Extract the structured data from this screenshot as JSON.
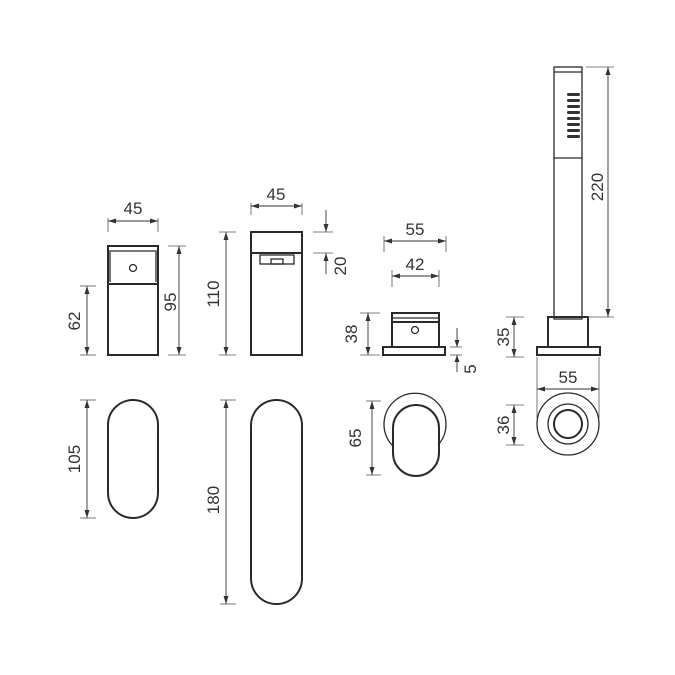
{
  "drawing": {
    "type": "technical dimension drawing",
    "colors": {
      "background": "#ffffff",
      "line": "#2a2a2a",
      "text": "#333333"
    },
    "components": [
      {
        "id": "basin-mixer-side",
        "dimensions": {
          "width": "45",
          "total_height": "95",
          "body_height": "62"
        }
      },
      {
        "id": "bath-spout-side",
        "dimensions": {
          "width": "45",
          "total_height": "110",
          "top_height": "20"
        }
      },
      {
        "id": "diverter-side",
        "dimensions": {
          "base_width": "55",
          "body_width": "42",
          "height": "38",
          "base_height": "5"
        }
      },
      {
        "id": "hand-shower-side",
        "dimensions": {
          "shower_length": "220",
          "holder_height": "35",
          "base_width": "55"
        }
      },
      {
        "id": "basin-mixer-top",
        "dimensions": {
          "length": "105"
        }
      },
      {
        "id": "bath-spout-top",
        "dimensions": {
          "length": "180"
        }
      },
      {
        "id": "diverter-top",
        "dimensions": {
          "length": "65"
        }
      },
      {
        "id": "hand-shower-top",
        "dimensions": {
          "inner_diameter": "36"
        }
      }
    ]
  }
}
